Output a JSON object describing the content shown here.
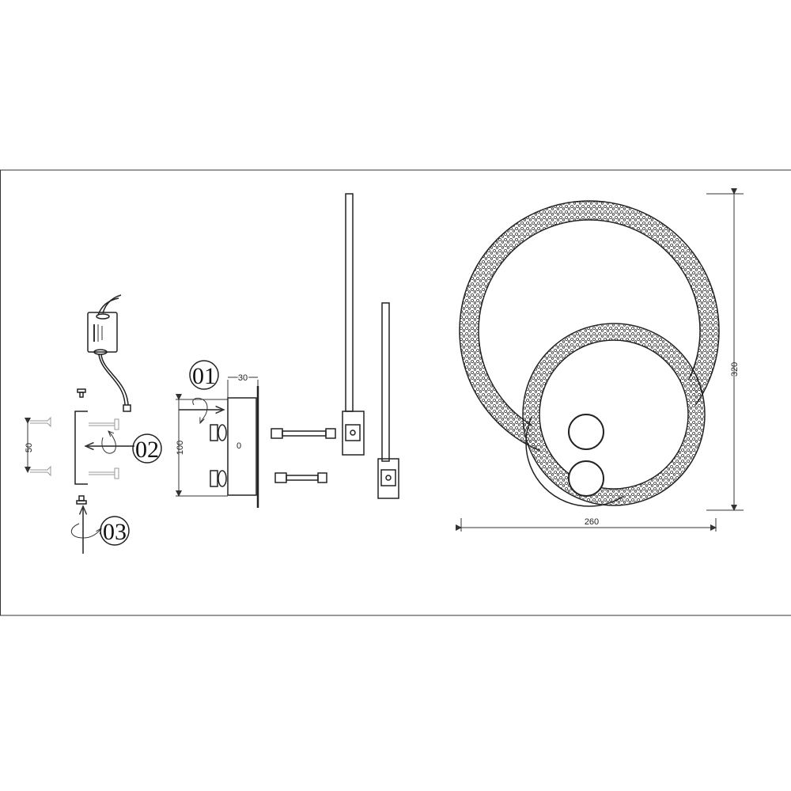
{
  "steps": {
    "s1": "01",
    "s2": "02",
    "s3": "03"
  },
  "dimensions": {
    "depth": "30",
    "plate_height": "100",
    "anchor_spacing": "50",
    "width": "260",
    "height": "320"
  },
  "plate_label": "0",
  "colors": {
    "line": "#222222",
    "background": "#ffffff",
    "hardware": "#999999"
  }
}
